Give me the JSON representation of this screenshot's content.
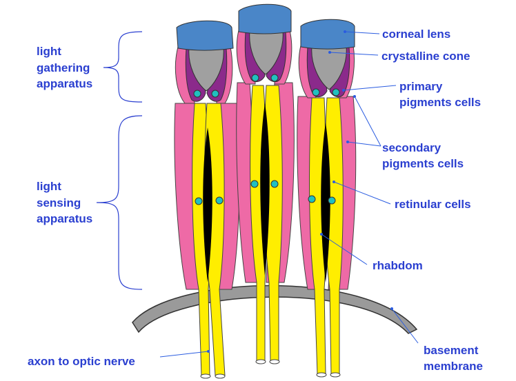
{
  "labels": {
    "light_gathering": [
      "light",
      "gathering",
      "apparatus"
    ],
    "light_sensing": [
      "light",
      "sensing",
      "apparatus"
    ],
    "corneal_lens": "corneal lens",
    "crystalline_cone": "crystalline cone",
    "primary_pigment": [
      "primary",
      "pigments cells"
    ],
    "secondary_pigment": [
      "secondary",
      "pigments cells"
    ],
    "retinular_cells": "retinular cells",
    "rhabdom": "rhabdom",
    "basement_membrane": [
      "basement",
      "membrane"
    ],
    "axon": "axon to optic nerve"
  },
  "colors": {
    "label": "#2a3fd0",
    "lens": "#4a86c8",
    "cone": "#a0a0a0",
    "primary_pigment": "#8b2a8b",
    "secondary_pigment": "#ee6aa6",
    "retinular": "#ffee00",
    "rhabdom": "#000000",
    "nucleus": "#20c0c0",
    "membrane": "#9a9a9a"
  }
}
